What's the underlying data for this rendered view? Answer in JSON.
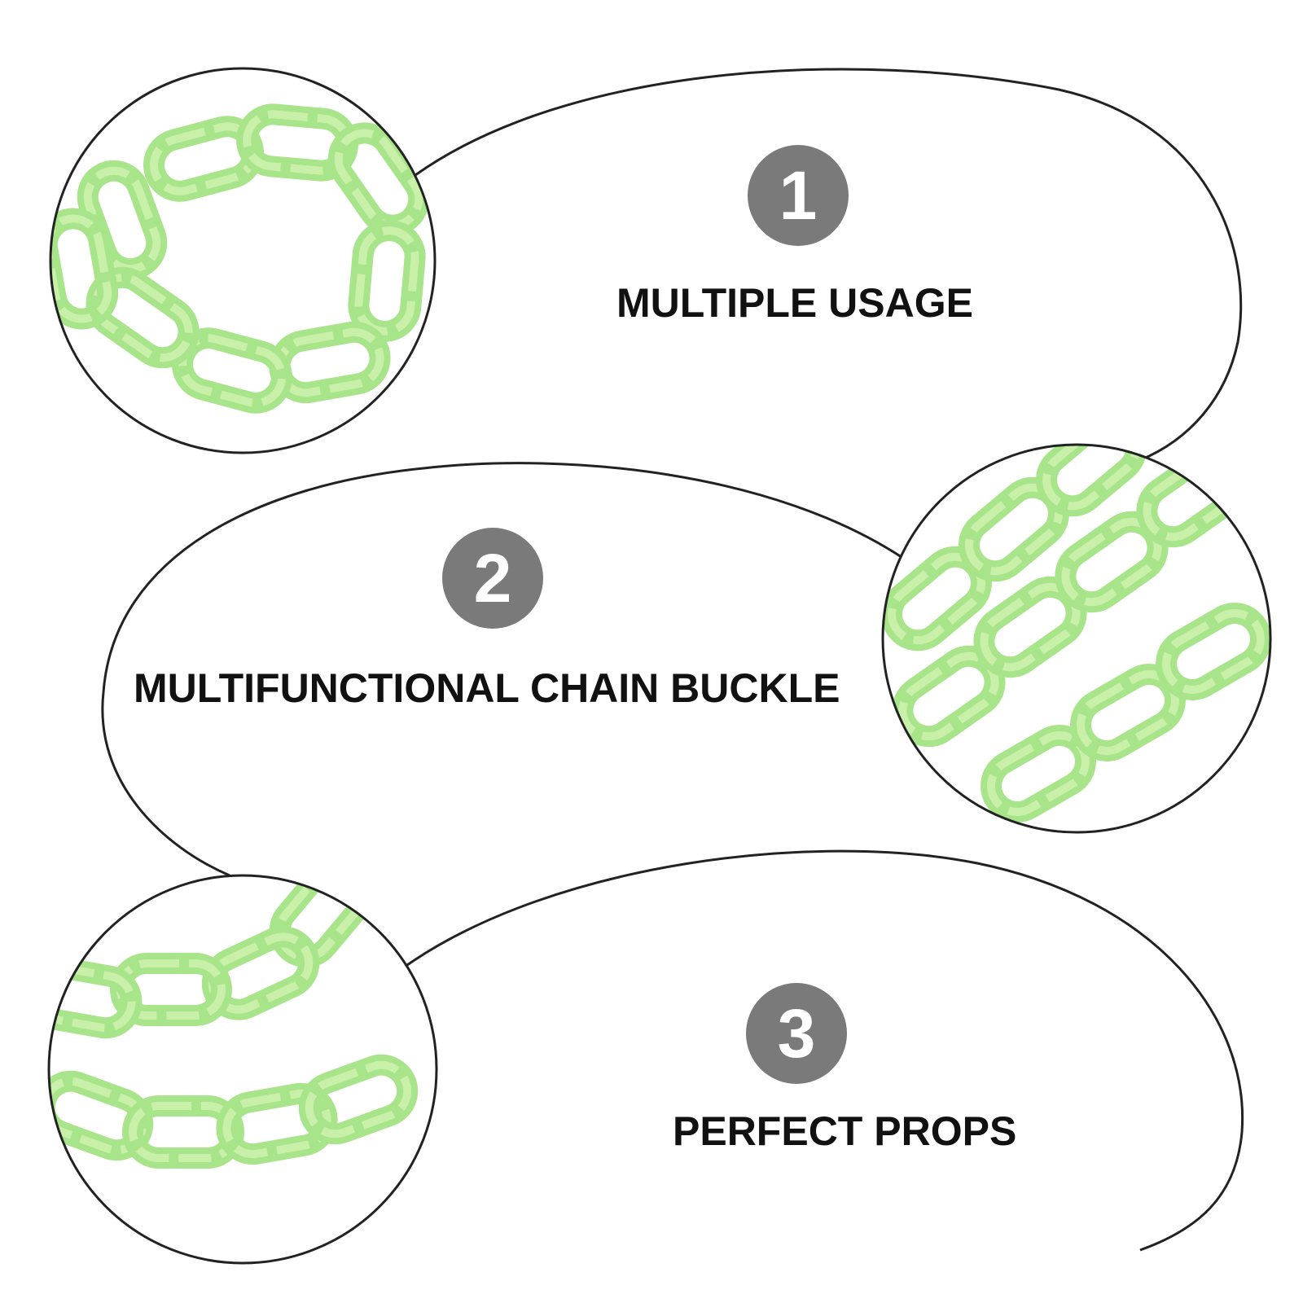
{
  "features": [
    {
      "number": "1",
      "label": "MULTIPLE USAGE",
      "photo_icon": "green-chain-photo-icon"
    },
    {
      "number": "2",
      "label": "MULTIFUNCTIONAL CHAIN BUCKLE",
      "photo_icon": "green-chain-photo-icon"
    },
    {
      "number": "3",
      "label": "PERFECT PROPS",
      "photo_icon": "green-chain-photo-icon"
    }
  ],
  "colors": {
    "badge": "#7a7a7a",
    "badge_text": "#ffffff",
    "label_text": "#111111",
    "outline": "#222222",
    "chain_light": "#c8f0a8",
    "chain_mid": "#a8e48a",
    "chain_dark": "#8fd46f",
    "background": "#ffffff"
  }
}
